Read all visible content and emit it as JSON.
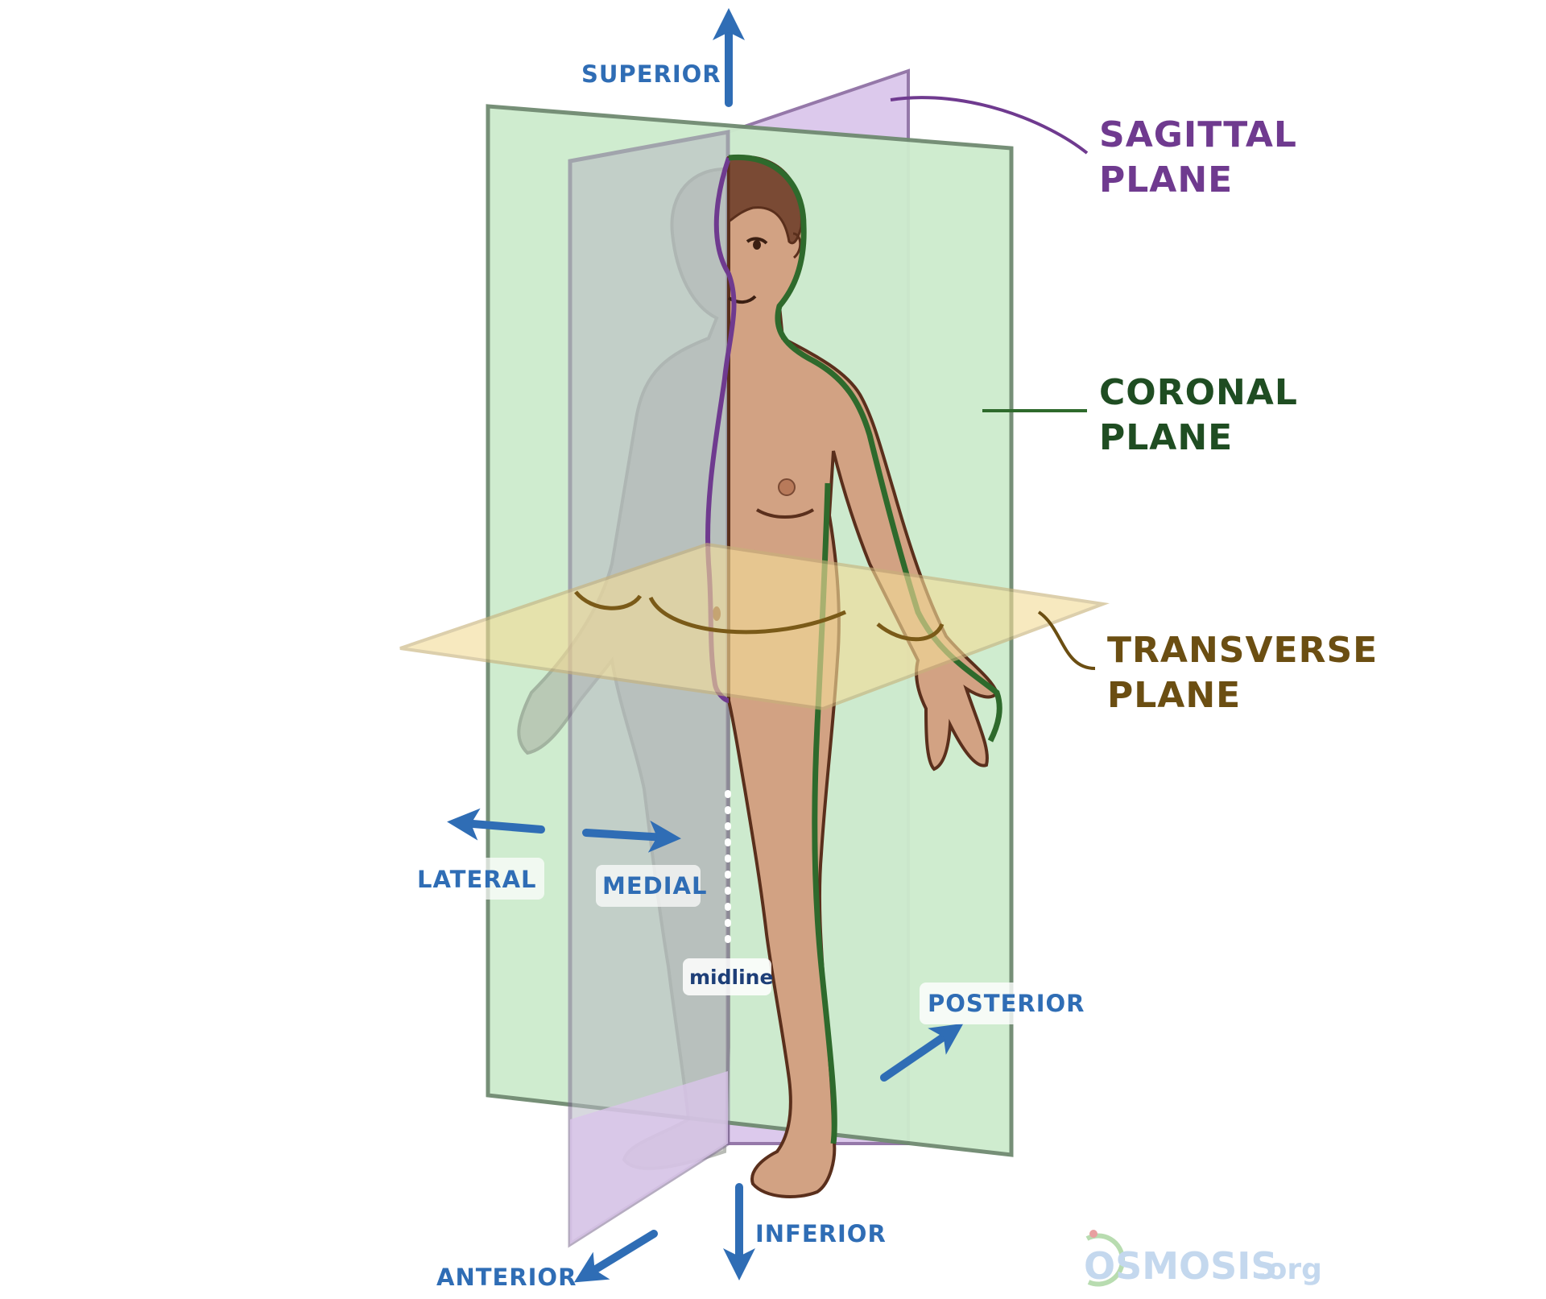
{
  "planes": {
    "sagittal": {
      "line1": "SAGITTAL",
      "line2": "PLANE",
      "color": "#6f3a8f"
    },
    "coronal": {
      "line1": "CORONAL",
      "line2": "PLANE",
      "color": "#1f4d22"
    },
    "transverse": {
      "line1": "TRANSVERSE",
      "line2": "PLANE",
      "color": "#6b4e12"
    }
  },
  "directions": {
    "superior": "SUPERIOR",
    "inferior": "INFERIOR",
    "lateral": "LATERAL",
    "medial": "MEDIAL",
    "posterior": "POSTERIOR",
    "anterior": "ANTERIOR",
    "color": "#2f6db5"
  },
  "midline": "midline",
  "logo": {
    "name": "OSMOSIS",
    "suffix": ".org"
  },
  "colors": {
    "skin": "#d2a283",
    "skin_outline": "#5a2f1c",
    "hair": "#7a4a34",
    "coronal_fill": "#cdeccd",
    "sagittal_fill": "#d9c4ea",
    "transverse_fill": "#f3dc98"
  }
}
